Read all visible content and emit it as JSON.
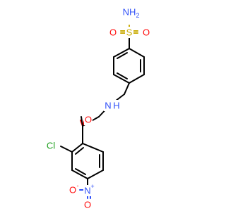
{
  "colors": {
    "carbon": "#000000",
    "oxygen": "#ff0d0d",
    "nitrogen": "#3050f8",
    "sulfur": "#c8aa00",
    "chlorine": "#1fa01f"
  },
  "atoms": {
    "sulfonamide_n": {
      "text": "NH",
      "sub": "2"
    },
    "sulfonyl_s": {
      "text": "S"
    },
    "sulfonyl_o_left": {
      "text": "O"
    },
    "sulfonyl_o_right": {
      "text": "O"
    },
    "amide_n": {
      "text": "N"
    },
    "amide_h": {
      "text": "H"
    },
    "amide_o": {
      "text": "O"
    },
    "chloro": {
      "text": "Cl"
    },
    "nitro_n": {
      "text": "N",
      "charge": "+"
    },
    "nitro_o_left": {
      "text": "O",
      "charge": "-"
    },
    "nitro_o_bottom": {
      "text": "O"
    }
  }
}
